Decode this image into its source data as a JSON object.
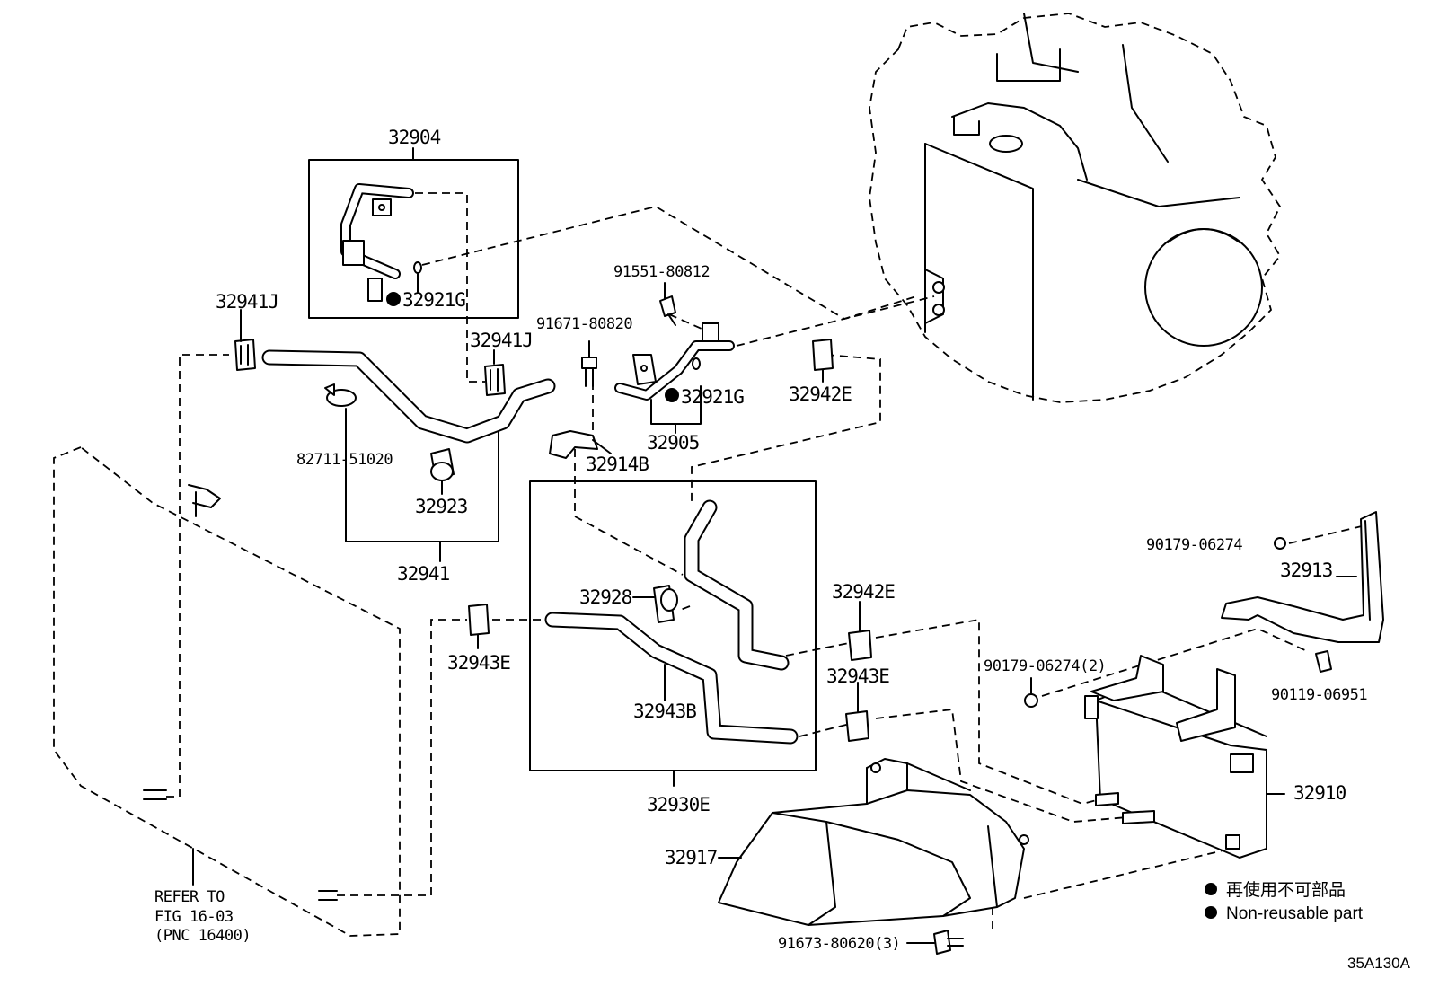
{
  "labels": {
    "l32904": "32904",
    "l32921g_a": "32921G",
    "l32941j_a": "32941J",
    "l32941j_b": "32941J",
    "l82711": "82711-51020",
    "l32923": "32923",
    "l32941": "32941",
    "l91551": "91551-80812",
    "l91671": "91671-80820",
    "l32921g_b": "32921G",
    "l32905": "32905",
    "l32942e_a": "32942E",
    "l32914b": "32914B",
    "l32928": "32928",
    "l32943b": "32943B",
    "l32930e": "32930E",
    "l32943e_a": "32943E",
    "l32942e_b": "32942E",
    "l32943e_b": "32943E",
    "l90179_a": "90179-06274",
    "l32913": "32913",
    "l90179_b": "90179-06274(2)",
    "l90119": "90119-06951",
    "l32910": "32910",
    "l32917": "32917",
    "l91673": "91673-80620(3)"
  },
  "refer": {
    "line1": "REFER TO",
    "line2": "FIG 16-03",
    "line3": "(PNC 16400)"
  },
  "legend": {
    "jp": "再使用不可部品",
    "en": "Non-reusable part"
  },
  "diagram_code": "35A130A"
}
